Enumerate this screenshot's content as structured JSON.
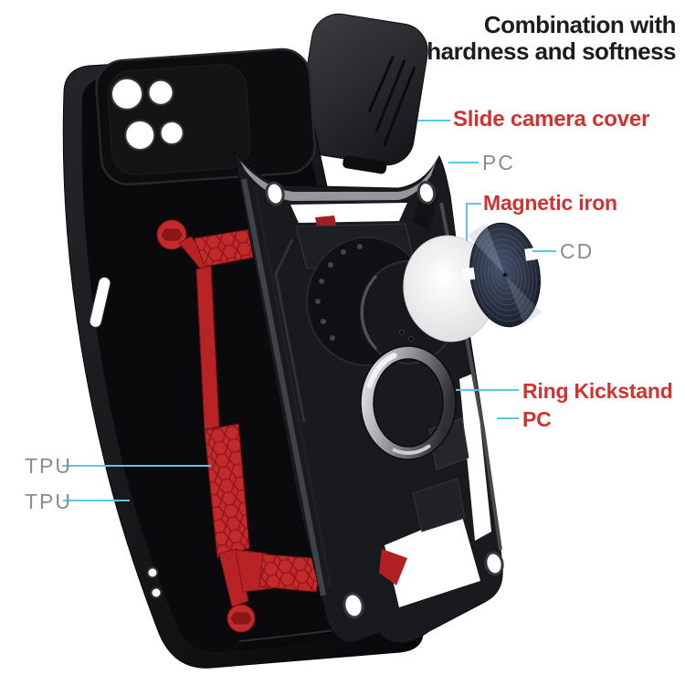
{
  "title": {
    "line1": "Combination with",
    "line2": "hardness and softness"
  },
  "callouts": {
    "slide_camera_cover": "Slide camera cover",
    "pc_top": "PC",
    "magnetic_iron": "Magnetic iron",
    "cd": "CD",
    "ring_kickstand": "Ring Kickstand",
    "pc_bottom": "PC",
    "tpu_insert": "TPU",
    "tpu_bumper": "TPU"
  },
  "colors": {
    "accent_red": "#cf3331",
    "label_gray": "#8c8c8e",
    "callout_cyan": "#58c8e8",
    "title_black": "#1c1c1c",
    "case_red": "#c22a2c",
    "cd_navy": "#2a3348"
  }
}
